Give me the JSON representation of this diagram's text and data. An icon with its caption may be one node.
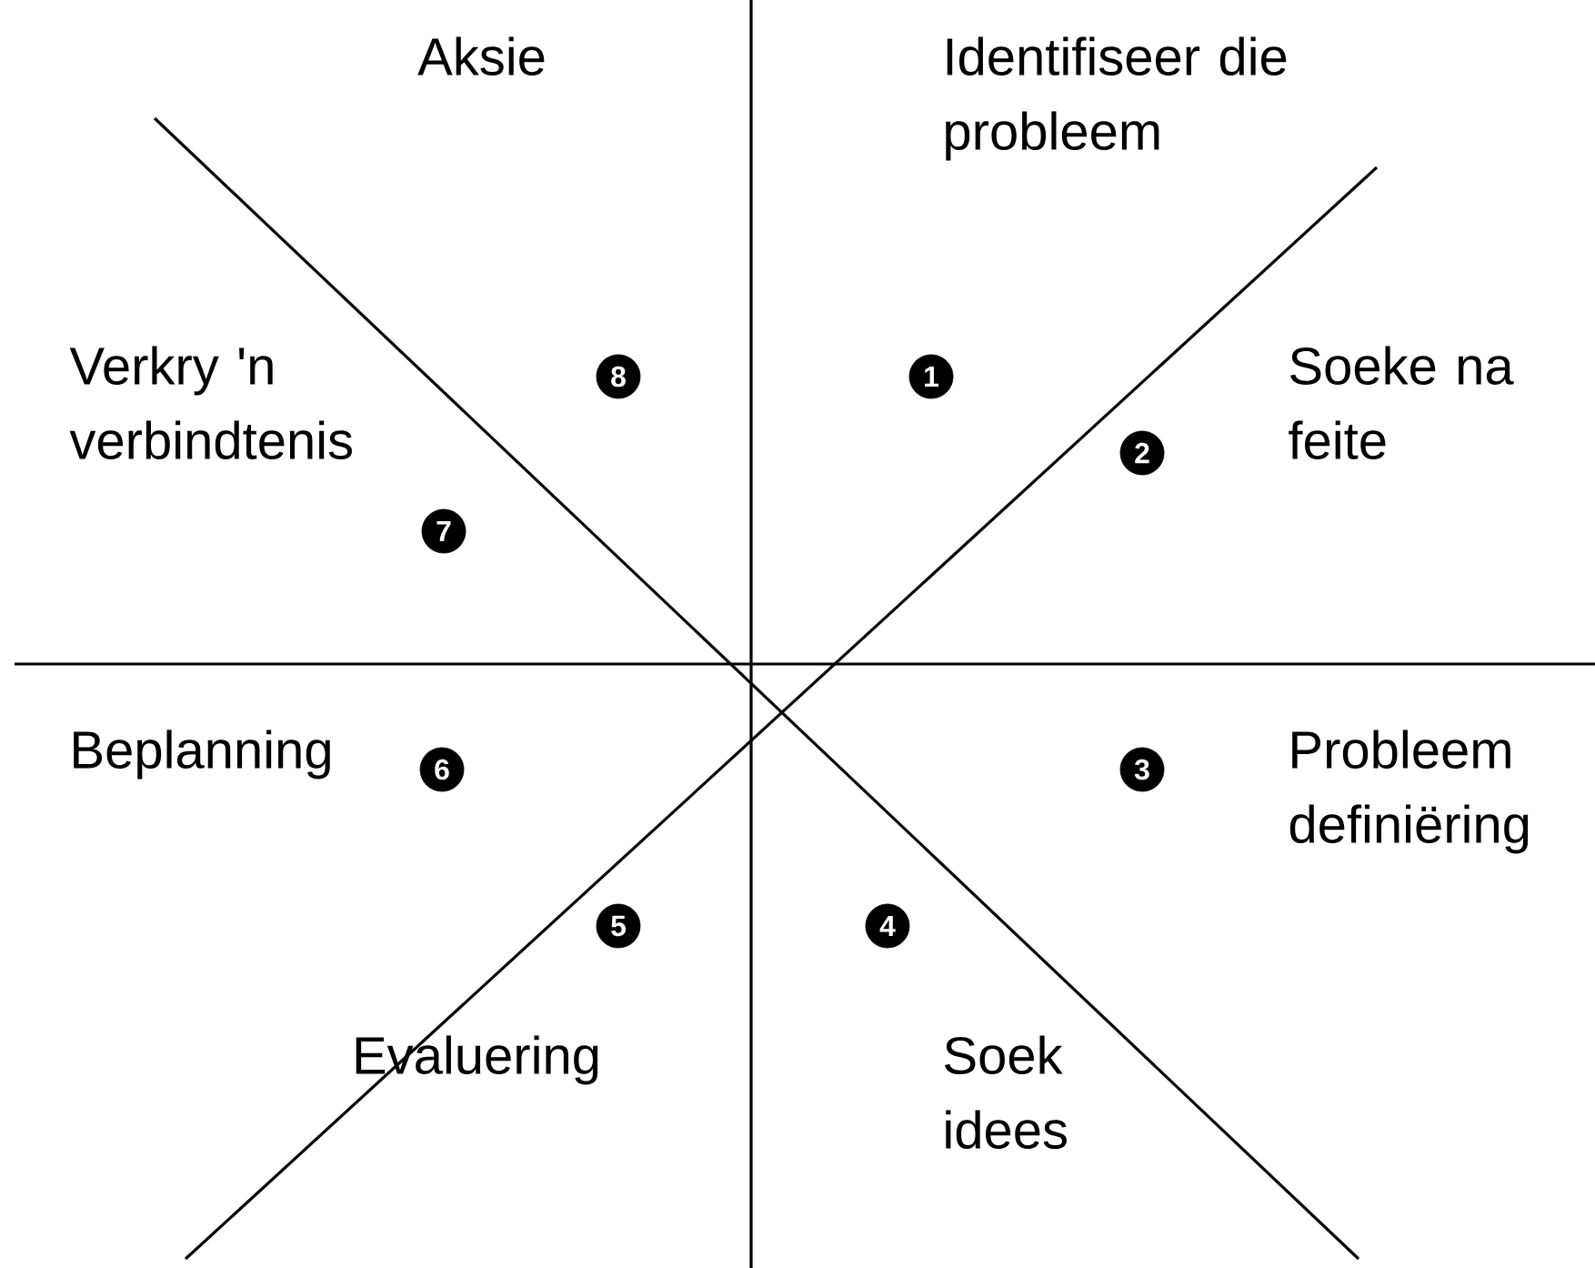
{
  "diagram": {
    "nodes": [
      {
        "text": [
          "8"
        ]
      },
      {
        "text": [
          "1"
        ]
      },
      {
        "text": [
          "2"
        ]
      },
      {
        "text": [
          "7"
        ]
      },
      {
        "text": [
          "6"
        ]
      },
      {
        "text": [
          "3"
        ]
      },
      {
        "text": [
          "5"
        ]
      },
      {
        "text": [
          "4"
        ]
      }
    ],
    "labels": [
      "Aksie",
      "Identifiseer die probleem",
      "Verkry 'n verbindtenis",
      "Soeke na feite",
      "Beplanning",
      "Probleem definiëring",
      "Evaluering",
      "Soek idees"
    ]
  }
}
